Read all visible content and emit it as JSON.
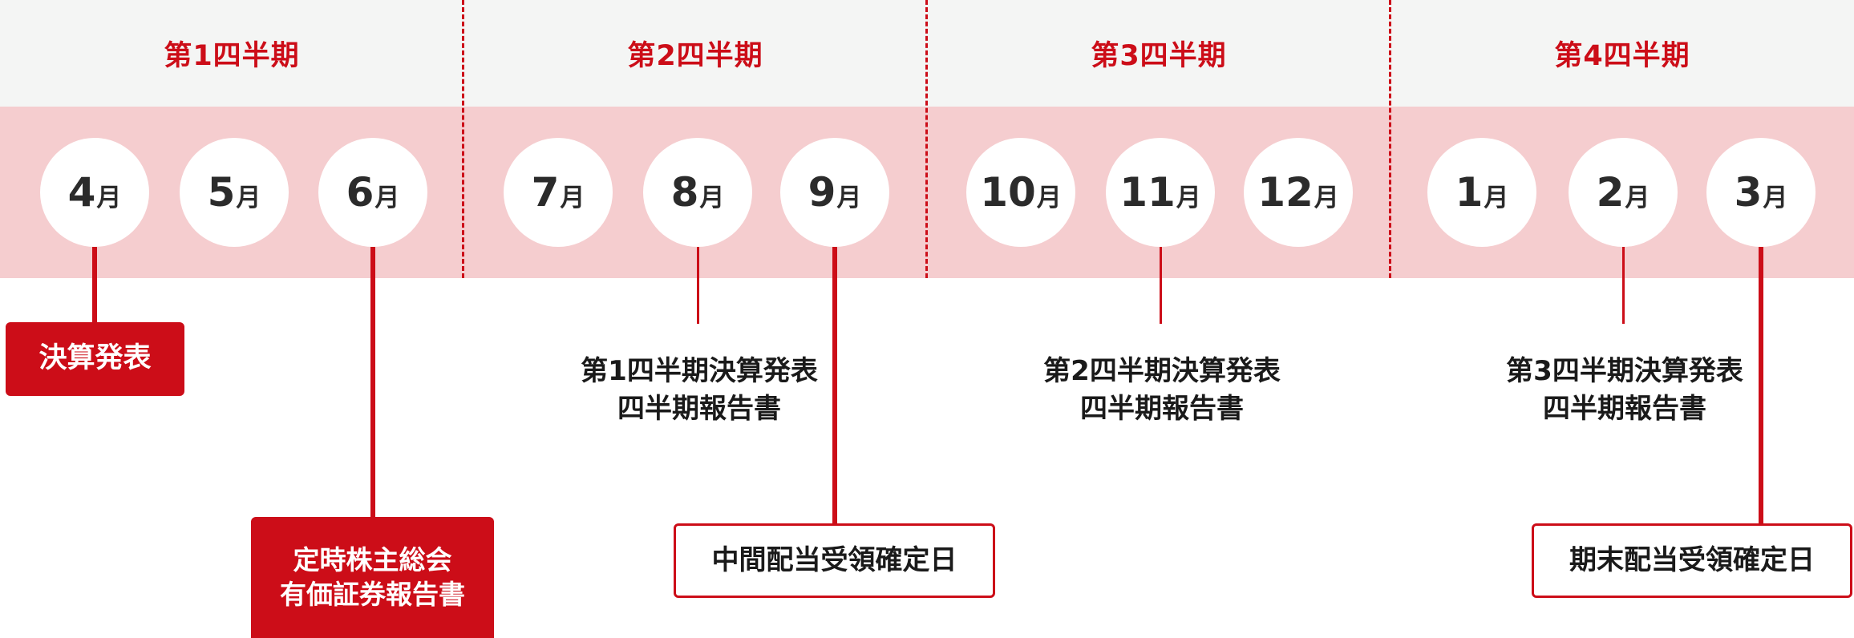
{
  "quarters": [
    {
      "label": "第1四半期"
    },
    {
      "label": "第2四半期"
    },
    {
      "label": "第3四半期"
    },
    {
      "label": "第4四半期"
    }
  ],
  "months": [
    {
      "num": "4",
      "unit": "月"
    },
    {
      "num": "5",
      "unit": "月"
    },
    {
      "num": "6",
      "unit": "月"
    },
    {
      "num": "7",
      "unit": "月"
    },
    {
      "num": "8",
      "unit": "月"
    },
    {
      "num": "9",
      "unit": "月"
    },
    {
      "num": "10",
      "unit": "月"
    },
    {
      "num": "11",
      "unit": "月"
    },
    {
      "num": "12",
      "unit": "月"
    },
    {
      "num": "1",
      "unit": "月"
    },
    {
      "num": "2",
      "unit": "月"
    },
    {
      "num": "3",
      "unit": "月"
    }
  ],
  "events": {
    "apr_results": {
      "line1": "決算発表"
    },
    "jun_meeting": {
      "line1": "定時株主総会",
      "line2": "有価証券報告書"
    },
    "aug_q1": {
      "line1": "第1四半期決算発表",
      "line2": "四半期報告書"
    },
    "sep_interim": {
      "line1": "中間配当受領確定日"
    },
    "nov_q2": {
      "line1": "第2四半期決算発表",
      "line2": "四半期報告書"
    },
    "feb_q3": {
      "line1": "第3四半期決算発表",
      "line2": "四半期報告書"
    },
    "mar_yearend": {
      "line1": "期末配当受領確定日"
    }
  },
  "colors": {
    "accent": "#cc0d18",
    "band_pink": "#f5cdcf",
    "header_gray": "#f4f5f4"
  }
}
